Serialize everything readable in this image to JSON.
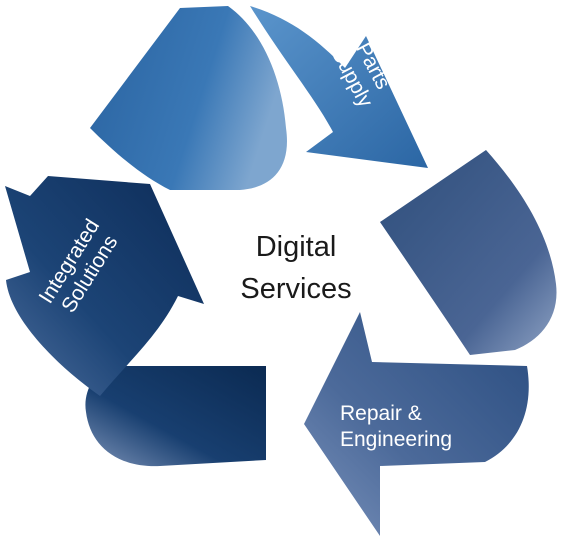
{
  "center": {
    "line1": "Digital",
    "line2": "Services"
  },
  "segments": {
    "parts_supply": {
      "line1": "Parts",
      "line2": "Supply"
    },
    "repair_engineering": {
      "line1": "Repair &",
      "line2": "Engineering"
    },
    "integrated_solutions": {
      "line1": "Integrated",
      "line2": "Solutions"
    }
  },
  "colors": {
    "blue_light": "#4a86c0",
    "blue_mid": "#2f6aa8",
    "slate": "#3f5a86",
    "navy": "#153a6a",
    "navy_dark": "#0c2b55",
    "center_text": "#1a1a1a"
  }
}
